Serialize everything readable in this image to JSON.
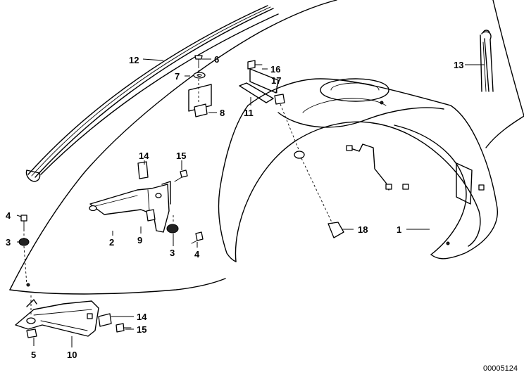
{
  "diagram": {
    "callouts": [
      {
        "id": "c1",
        "text": "1"
      },
      {
        "id": "c2",
        "text": "2"
      },
      {
        "id": "c3a",
        "text": "3"
      },
      {
        "id": "c3b",
        "text": "3"
      },
      {
        "id": "c4a",
        "text": "4"
      },
      {
        "id": "c4b",
        "text": "4"
      },
      {
        "id": "c5",
        "text": "5"
      },
      {
        "id": "c6",
        "text": "6"
      },
      {
        "id": "c7",
        "text": "7"
      },
      {
        "id": "c8",
        "text": "8"
      },
      {
        "id": "c9",
        "text": "9"
      },
      {
        "id": "c10",
        "text": "10"
      },
      {
        "id": "c11",
        "text": "11"
      },
      {
        "id": "c12",
        "text": "12"
      },
      {
        "id": "c13",
        "text": "13"
      },
      {
        "id": "c14a",
        "text": "14"
      },
      {
        "id": "c14b",
        "text": "14"
      },
      {
        "id": "c15a",
        "text": "15"
      },
      {
        "id": "c15b",
        "text": "15"
      },
      {
        "id": "c16",
        "text": "16"
      },
      {
        "id": "c17",
        "text": "17"
      },
      {
        "id": "c18",
        "text": "18"
      }
    ],
    "diagram_number": "00005124"
  }
}
